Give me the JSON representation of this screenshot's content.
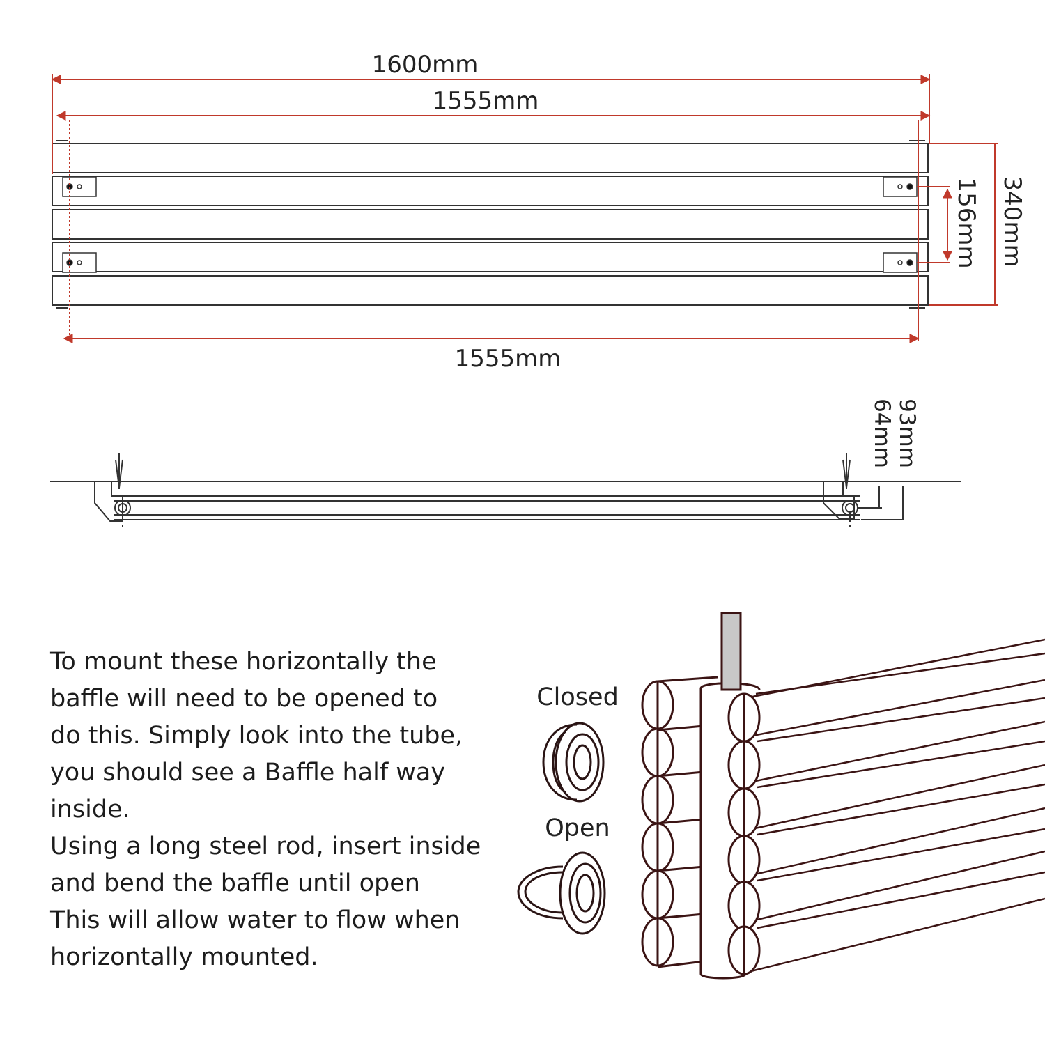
{
  "dimensions": {
    "overall_width": "1600mm",
    "width_top": "1555mm",
    "width_bottom": "1555mm",
    "height": "340mm",
    "bracket_spacing": "156mm",
    "depth_total": "93mm",
    "depth_wall": "64mm"
  },
  "baffle": {
    "closed_label": "Closed",
    "open_label": "Open"
  },
  "instructions": {
    "lines": [
      "To mount these horizontally the",
      "baffle will need to be opened to",
      "do this. Simply look into the tube,",
      "you should see a Baffle half way",
      "inside.",
      "Using a long steel rod, insert inside",
      "and bend the baffle until open",
      "This will allow water to flow when",
      "horizontally mounted."
    ]
  },
  "colors": {
    "dimension_line": "#c0392b",
    "outline": "#333333",
    "tube_outline": "#3b1414",
    "rod_fill": "#c8c8c8"
  }
}
